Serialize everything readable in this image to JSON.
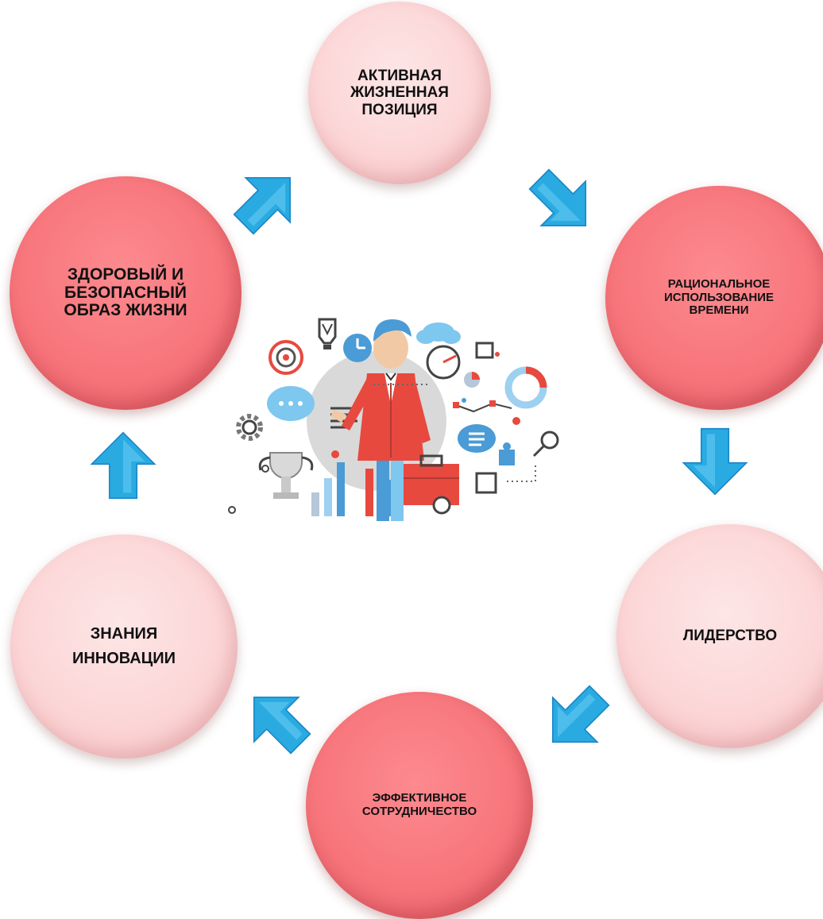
{
  "diagram": {
    "nodes": [
      {
        "id": "active-life",
        "label": "АКТИВНАЯ\nЖИЗНЕННАЯ\nПОЗИЦИЯ",
        "tone": "light"
      },
      {
        "id": "time-use",
        "label": "РАЦИОНАЛЬНОЕ\nИСПОЛЬЗОВАНИЕ\nВРЕМЕНИ",
        "tone": "dark"
      },
      {
        "id": "leadership",
        "label": "ЛИДЕРСТВО",
        "tone": "light"
      },
      {
        "id": "cooperation",
        "label": "ЭФФЕКТИВНОЕ\nСОТРУДНИЧЕСТВО",
        "tone": "dark"
      },
      {
        "id": "knowledge",
        "label": "ЗНАНИЯ\nИННОВАЦИИ",
        "tone": "light"
      },
      {
        "id": "healthy-life",
        "label": "ЗДОРОВЫЙ И\nБЕЗОПАСНЫЙ\nОБРАЗ ЖИЗНИ",
        "tone": "dark"
      }
    ],
    "arrows": [
      {
        "from": "healthy-life",
        "to": "active-life",
        "direction": "up-right"
      },
      {
        "from": "active-life",
        "to": "time-use",
        "direction": "down-right"
      },
      {
        "from": "time-use",
        "to": "leadership",
        "direction": "down"
      },
      {
        "from": "leadership",
        "to": "cooperation",
        "direction": "down-left"
      },
      {
        "from": "cooperation",
        "to": "knowledge",
        "direction": "up-left"
      },
      {
        "from": "knowledge",
        "to": "healthy-life",
        "direction": "up"
      }
    ],
    "center_image": "businessman-illustration",
    "colors": {
      "node_light": "#fcd6d7",
      "node_dark": "#f7767c",
      "arrow_fill": "#29abe2",
      "arrow_dark": "#1d88c7",
      "text": "#111111"
    }
  }
}
